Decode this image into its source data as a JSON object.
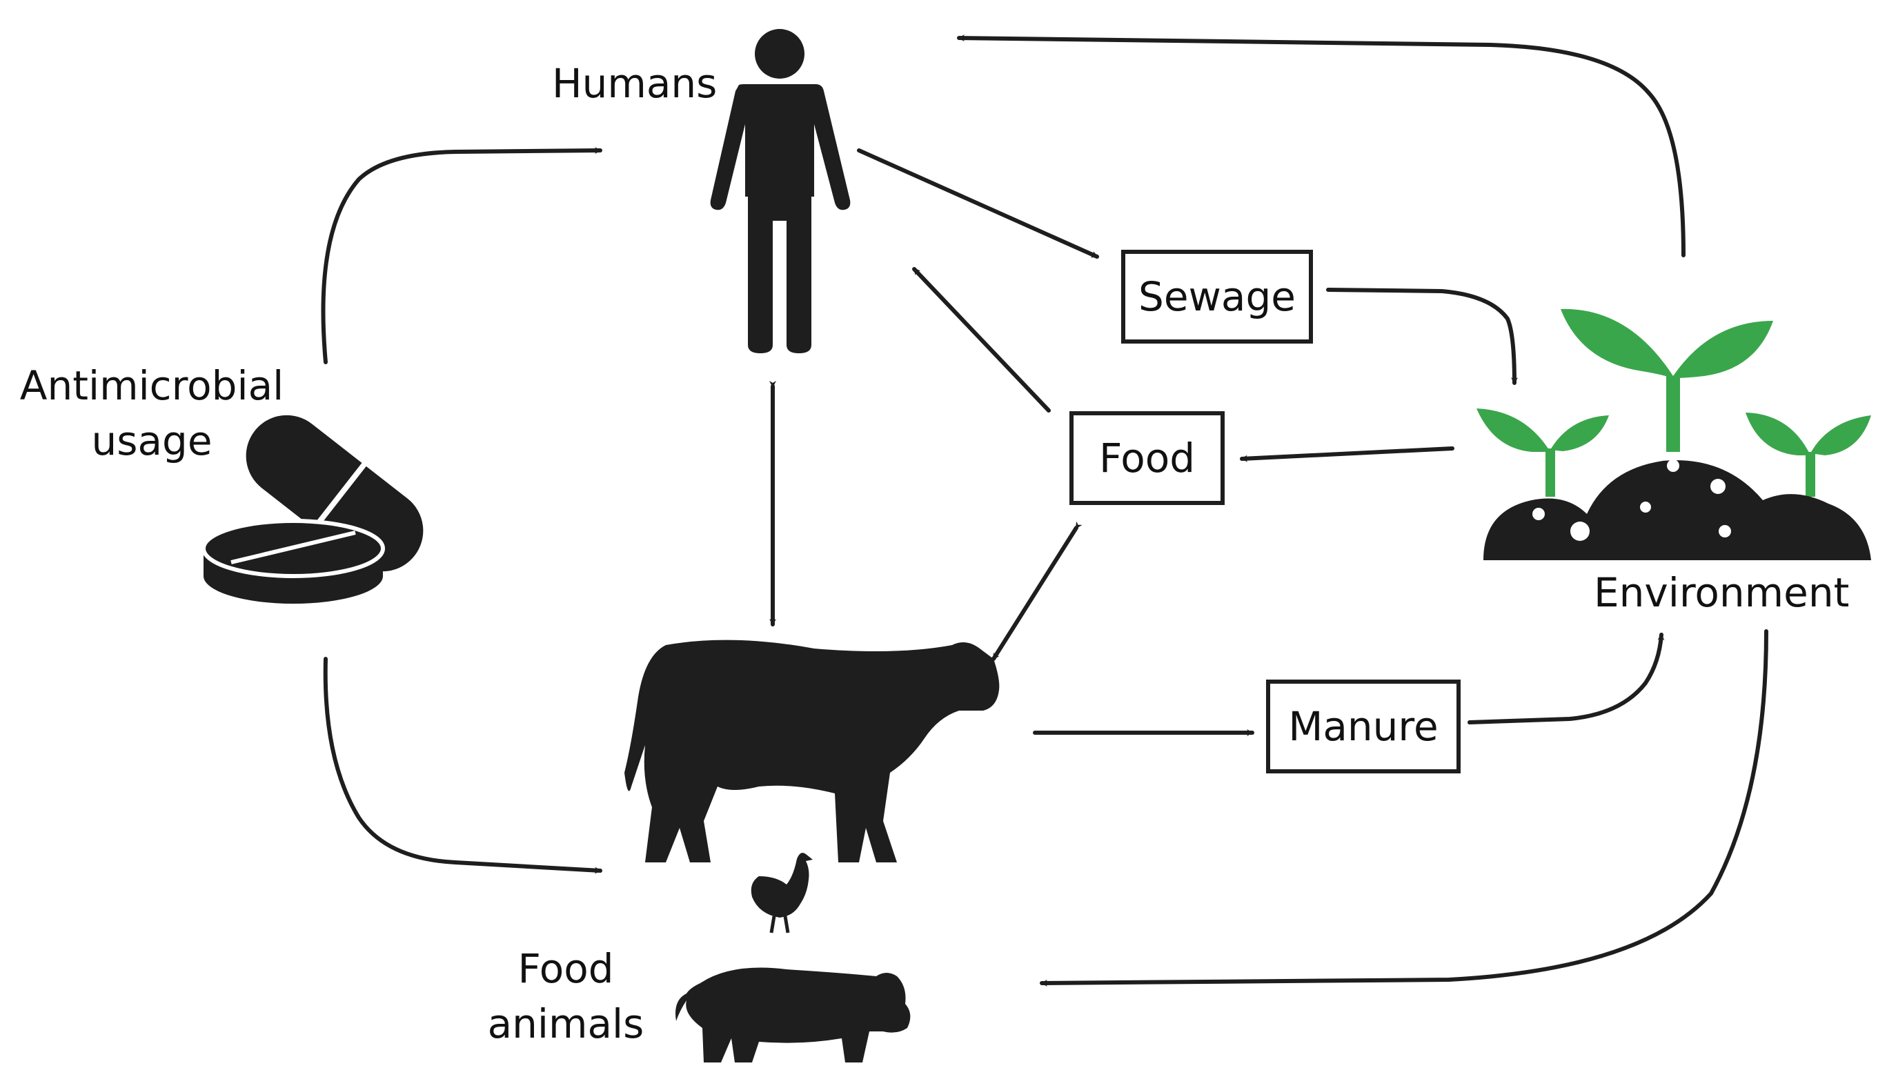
{
  "labels": {
    "humans": "Humans",
    "antimicrobial_line1": "Antimicrobial",
    "antimicrobial_line2": "usage",
    "environment": "Environment",
    "food_animals_line1": "Food",
    "food_animals_line2": "animals"
  },
  "boxes": {
    "sewage": "Sewage",
    "food": "Food",
    "manure": "Manure"
  },
  "colors": {
    "ink": "#1e1e1e",
    "plant_green": "#3aa64c",
    "background": "#ffffff"
  },
  "icons": [
    "person-icon",
    "pills-icon",
    "cow-icon",
    "chicken-icon",
    "pig-icon",
    "plants-icon",
    "soil-icon"
  ]
}
